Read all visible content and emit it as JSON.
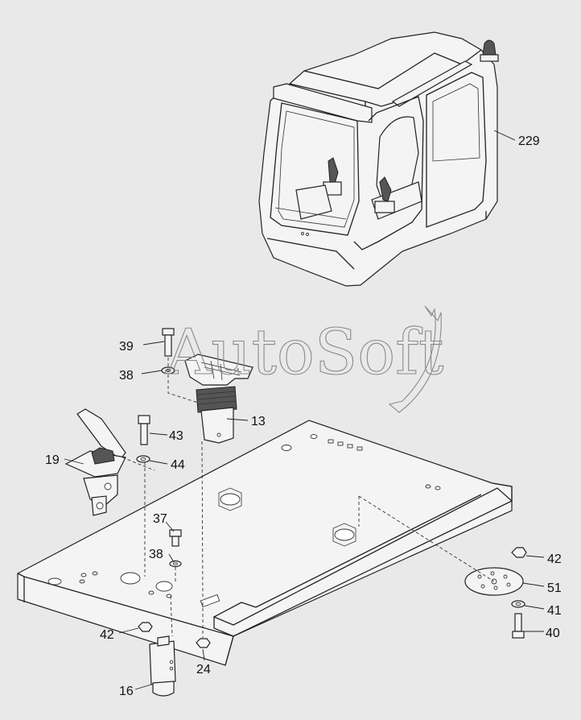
{
  "watermark": "AutoSoft",
  "callouts": [
    {
      "id": "cab",
      "label": "229"
    },
    {
      "id": "bolt-top",
      "label": "39"
    },
    {
      "id": "washer-top",
      "label": "38"
    },
    {
      "id": "pedal-valve",
      "label": "13"
    },
    {
      "id": "bolt-left",
      "label": "43"
    },
    {
      "id": "pilot-valve",
      "label": "19"
    },
    {
      "id": "washer-left",
      "label": "44"
    },
    {
      "id": "bolt-mid",
      "label": "37"
    },
    {
      "id": "washer-mid",
      "label": "38"
    },
    {
      "id": "nut-right",
      "label": "42"
    },
    {
      "id": "plate-right",
      "label": "51"
    },
    {
      "id": "washer-right",
      "label": "41"
    },
    {
      "id": "bolt-right",
      "label": "40"
    },
    {
      "id": "nut-bottom",
      "label": "42"
    },
    {
      "id": "nut-small",
      "label": "24"
    },
    {
      "id": "cylinder",
      "label": "16"
    }
  ]
}
